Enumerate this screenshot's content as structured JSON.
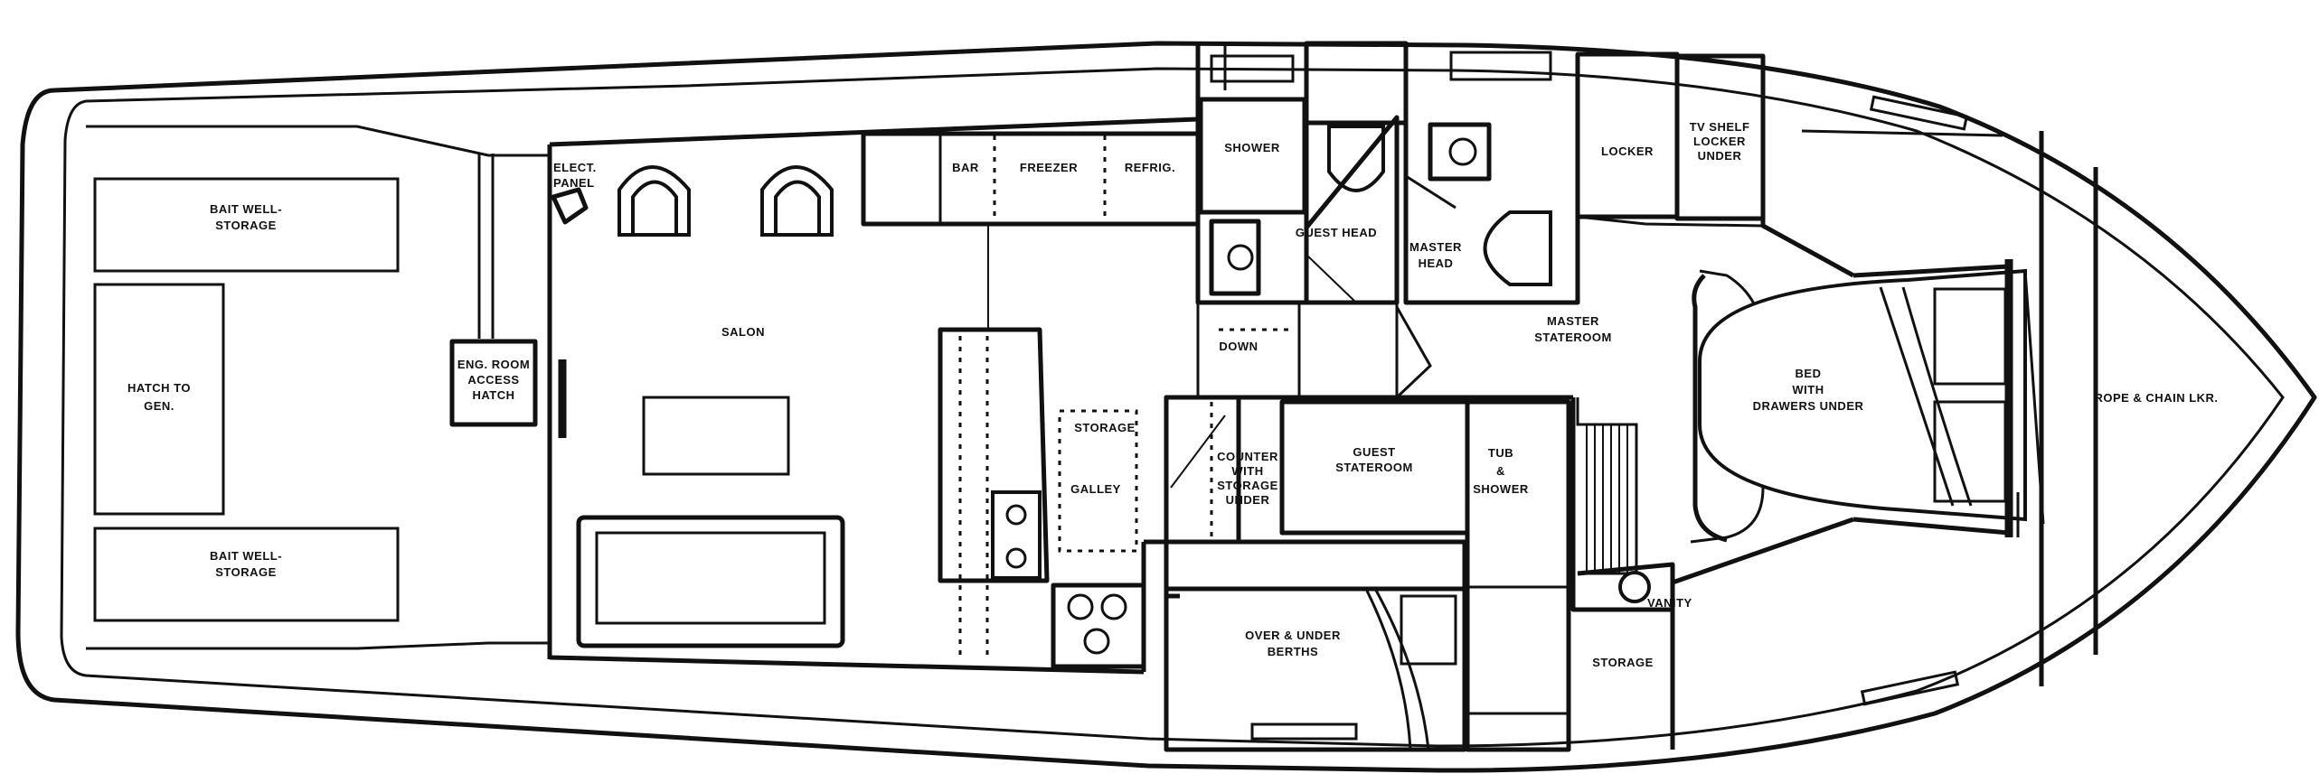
{
  "labels": {
    "bait_well_top": [
      "BAIT WELL-",
      "STORAGE"
    ],
    "hatch_to_gen": [
      "HATCH TO",
      "GEN."
    ],
    "bait_well_bottom": [
      "BAIT WELL-",
      "STORAGE"
    ],
    "eng_room": [
      "ENG. ROOM",
      "ACCESS",
      "HATCH"
    ],
    "elect_panel": [
      "ELECT.",
      "PANEL"
    ],
    "salon": "SALON",
    "bar": "BAR",
    "freezer": "FREEZER",
    "refrig": "REFRIG.",
    "storage_galley": "STORAGE",
    "galley": "GALLEY",
    "shower": "SHOWER",
    "guest_head": "GUEST HEAD",
    "master_head": [
      "MASTER",
      "HEAD"
    ],
    "down": "DOWN",
    "counter": [
      "COUNTER",
      "WITH",
      "STORAGE",
      "UNDER"
    ],
    "guest_stateroom": [
      "GUEST",
      "STATEROOM"
    ],
    "tub_shower": [
      "TUB",
      "&",
      "SHOWER"
    ],
    "over_under": [
      "OVER & UNDER",
      "BERTHS"
    ],
    "storage_aft": "STORAGE",
    "vanity": "VANITY",
    "locker": "LOCKER",
    "tv_shelf": [
      "TV SHELF",
      "LOCKER",
      "UNDER"
    ],
    "master_stateroom": [
      "MASTER",
      "STATEROOM"
    ],
    "bed": [
      "BED",
      "WITH",
      "DRAWERS UNDER"
    ],
    "rope_chain": "ROPE & CHAIN LKR."
  }
}
